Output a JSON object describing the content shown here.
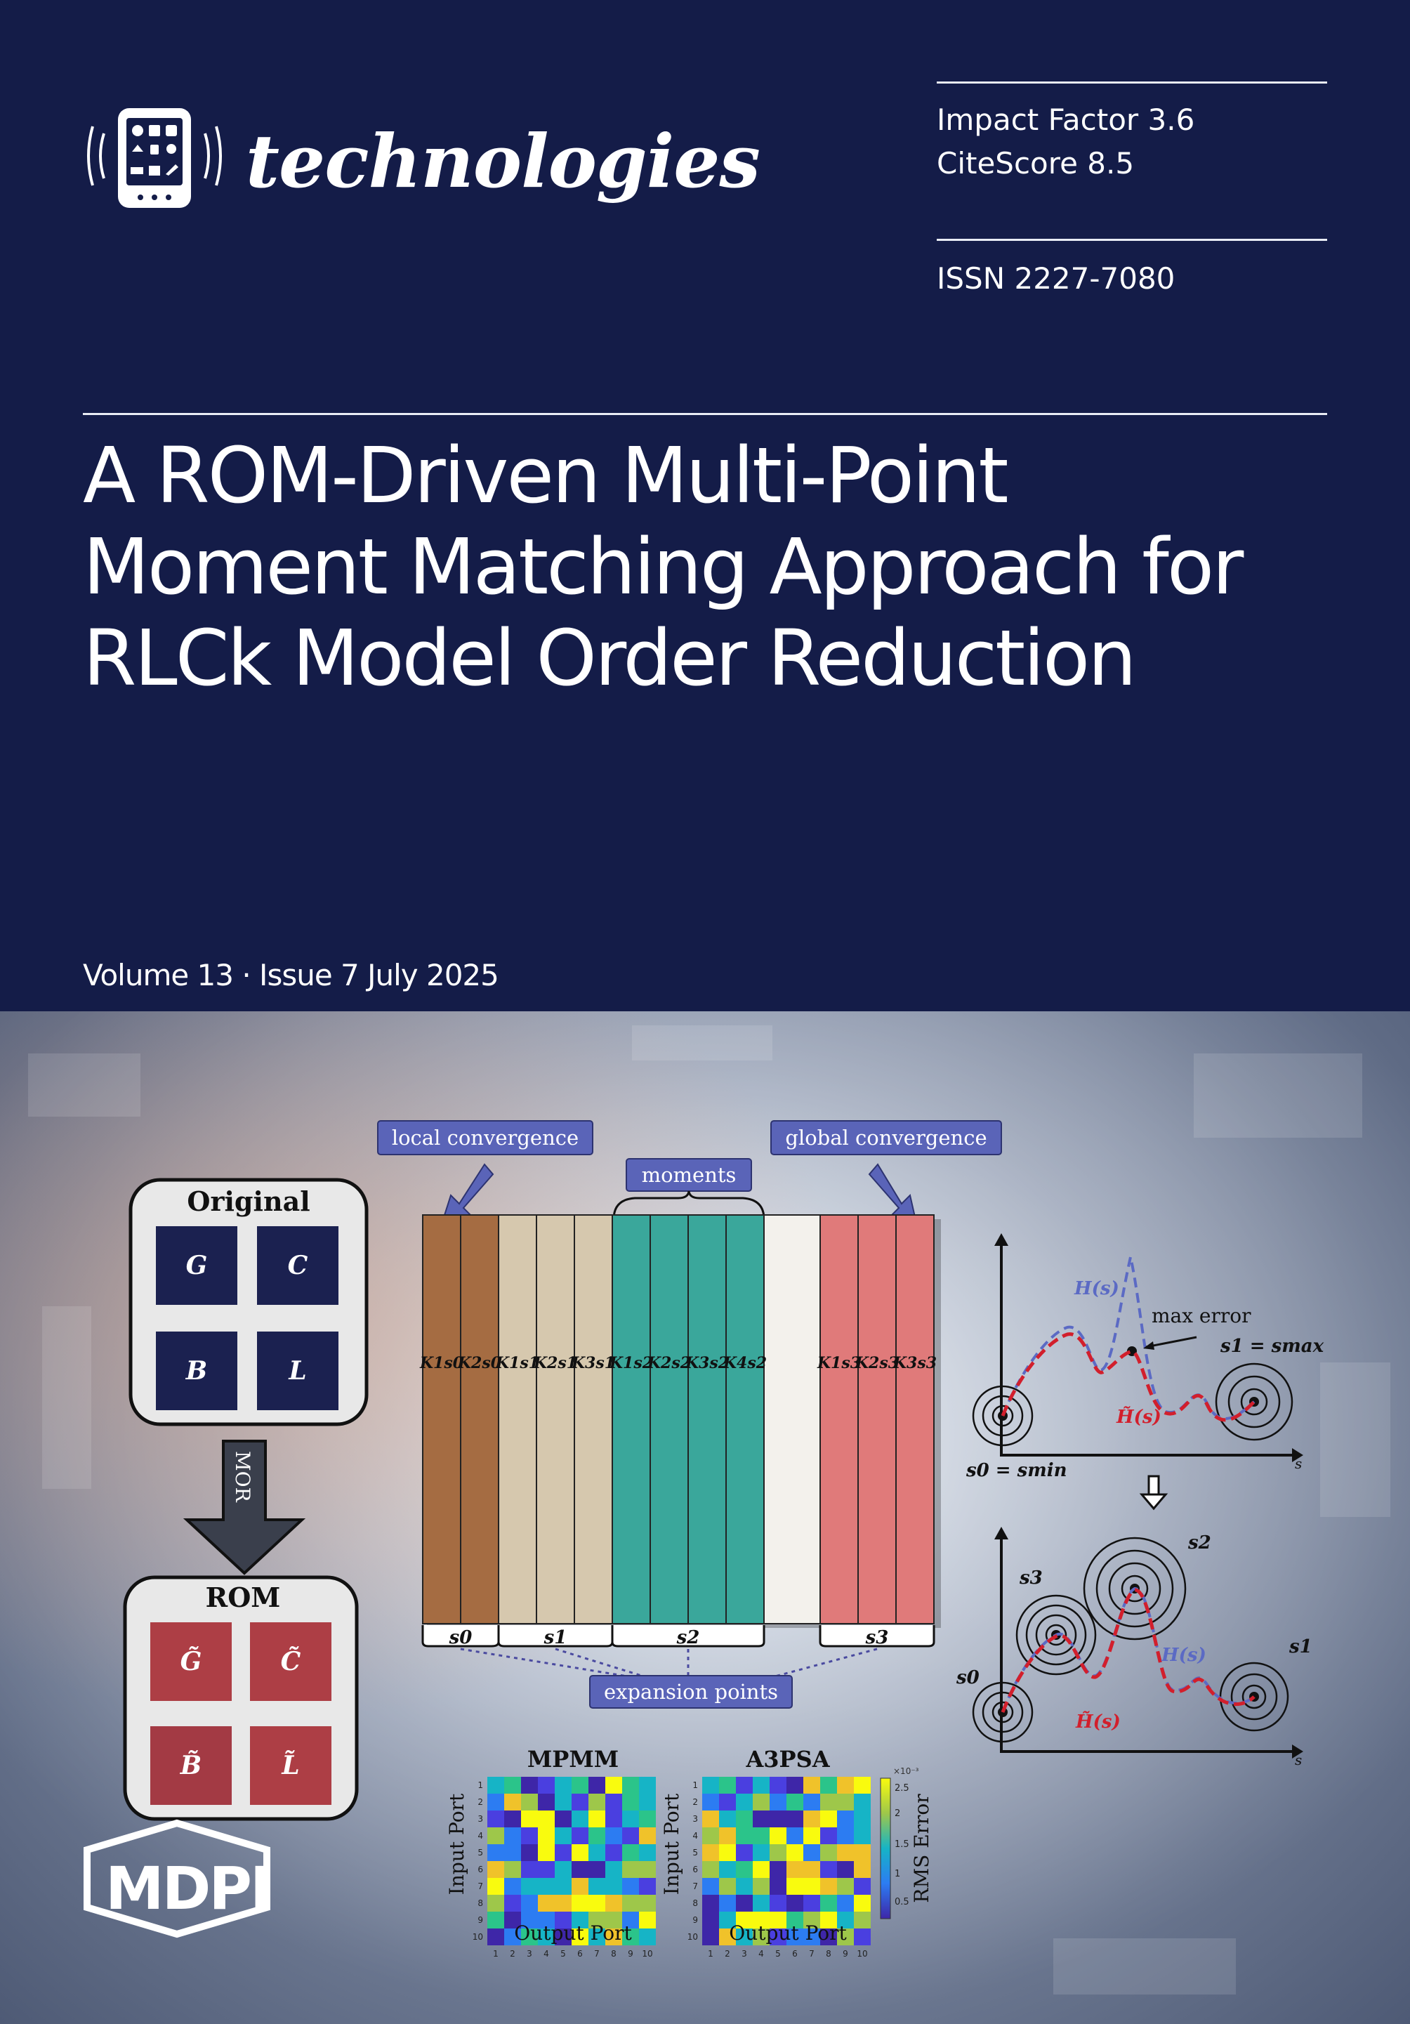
{
  "journal": {
    "name": "technologies",
    "logo_icon": "tablet-icon"
  },
  "metrics": {
    "impact_factor": "Impact Factor 3.6",
    "citescore": "CiteScore 8.5",
    "issn": "ISSN 2227-7080"
  },
  "article": {
    "title_lines": [
      "A ROM-Driven Multi-Point",
      "Moment Matching Approach for",
      "RLCk Model Order Reduction"
    ]
  },
  "issue": {
    "volume_issue": "Volume 13 · Issue 7 July 2025"
  },
  "figure": {
    "original_label": "Original",
    "original_blocks": [
      "G",
      "C",
      "B",
      "L"
    ],
    "mor_label": "MOR",
    "rom_label": "ROM",
    "rom_blocks": [
      "G̃",
      "C̃",
      "B̃",
      "L̃"
    ],
    "callouts": {
      "local": "local convergence",
      "moments": "moments",
      "global": "global convergence",
      "expansion": "expansion points"
    },
    "groups": [
      {
        "label": "s0",
        "cols": [
          "K1s0",
          "K2s0"
        ]
      },
      {
        "label": "s1",
        "cols": [
          "K1s1",
          "K2s1",
          "K3s1"
        ]
      },
      {
        "label": "s2",
        "cols": [
          "K1s2",
          "K2s2",
          "K3s2",
          "K4s2"
        ]
      },
      {
        "label": "s3",
        "cols": [
          "K1s3",
          "K2s3",
          "K3s3"
        ]
      }
    ],
    "plot1": {
      "h_label": "H(s)",
      "ht_label": "H̃(s)",
      "max_error": "max error",
      "s0_label": "s0 = smin",
      "s1_label": "s1 = smax",
      "axis_label": "s"
    },
    "plot2": {
      "s0": "s0",
      "s1": "s1",
      "s2": "s2",
      "s3": "s3",
      "h_label": "H(s)",
      "ht_label": "H̃(s)",
      "axis_label": "s"
    },
    "heatmaps": {
      "mpmm_title": "MPMM",
      "a3psa_title": "A3PSA",
      "ylabel": "Input Port",
      "xlabel": "Output Port",
      "cbar_label": "RMS Error",
      "cbar_exp": "×10⁻³",
      "cbar_ticks": [
        "2.5",
        "2",
        "1.5",
        "1",
        "0.5"
      ],
      "ticks": [
        "1",
        "2",
        "3",
        "4",
        "5",
        "6",
        "7",
        "8",
        "9",
        "10"
      ]
    }
  },
  "publisher": {
    "logo": "MDPI"
  },
  "colors": {
    "navy": "#141c48",
    "brown": "#a56c42",
    "beige": "#d6c8ae",
    "teal": "#3aa79b",
    "pink": "#e07a7a",
    "callout": "#5a64b8",
    "rom_red": "#ad3e45",
    "block_navy": "#1b2150"
  }
}
